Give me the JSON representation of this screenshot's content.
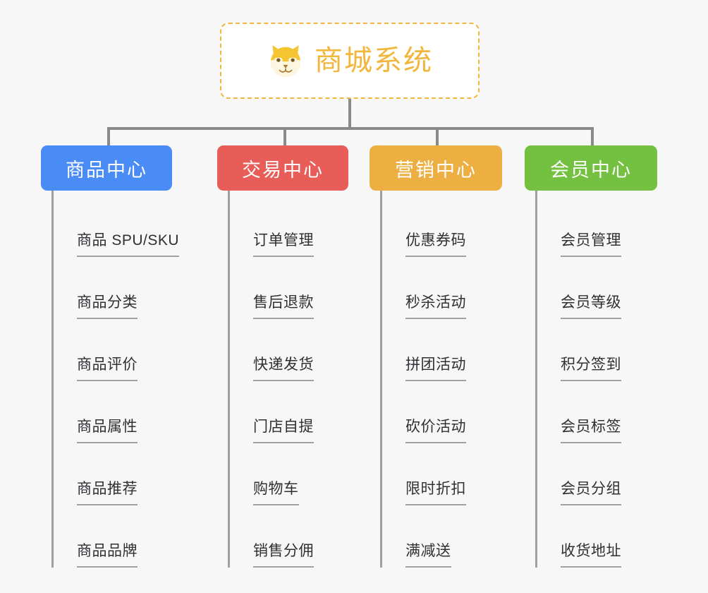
{
  "root": {
    "title": "商城系统",
    "icon": "shiba-inu-icon",
    "border_color": "#f2b63d",
    "text_color": "#f2b63d"
  },
  "colors": {
    "background": "#f7f7f7",
    "connector": "#8a8a8a",
    "leaf_line": "#a0a0a0",
    "leaf_text": "#2e3033"
  },
  "branches": [
    {
      "label": "商品中心",
      "color": "#4a8cf5",
      "leaves": [
        "商品 SPU/SKU",
        "商品分类",
        "商品评价",
        "商品属性",
        "商品推荐",
        "商品品牌"
      ]
    },
    {
      "label": "交易中心",
      "color": "#e85d57",
      "leaves": [
        "订单管理",
        "售后退款",
        "快递发货",
        "门店自提",
        "购物车",
        "销售分佣"
      ]
    },
    {
      "label": "营销中心",
      "color": "#eeaf42",
      "leaves": [
        "优惠券码",
        "秒杀活动",
        "拼团活动",
        "砍价活动",
        "限时折扣",
        "满减送"
      ]
    },
    {
      "label": "会员中心",
      "color": "#74c040",
      "leaves": [
        "会员管理",
        "会员等级",
        "积分签到",
        "会员标签",
        "会员分组",
        "收货地址"
      ]
    }
  ]
}
